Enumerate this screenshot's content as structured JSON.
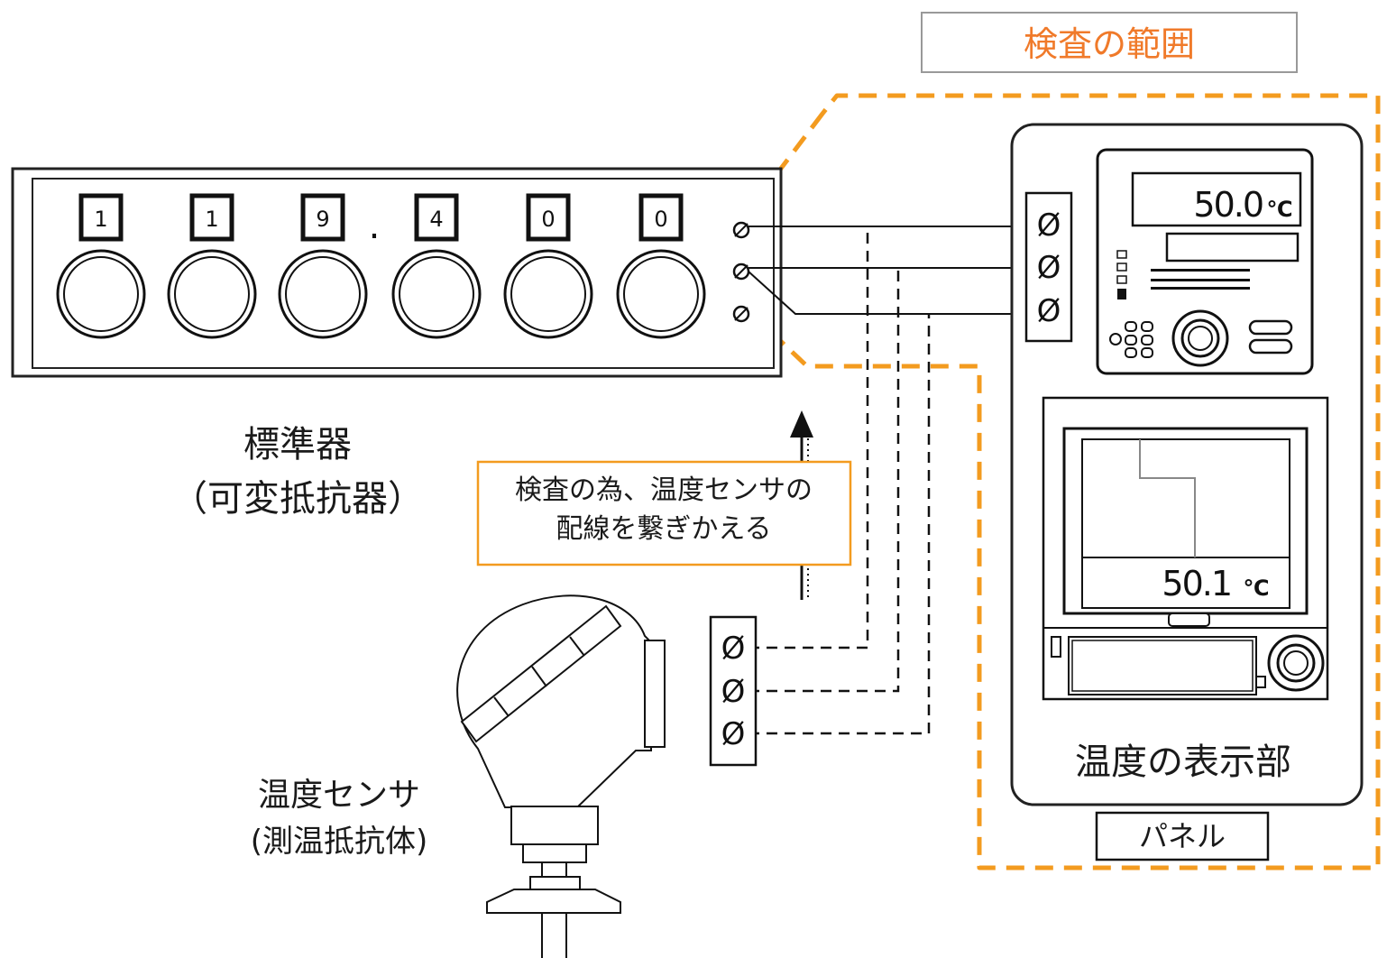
{
  "scope_label": "検査の範囲",
  "standard_device": {
    "title": "標準器",
    "subtitle": "（可変抵抗器）",
    "digits": [
      "1",
      "1",
      "9",
      "4",
      "0",
      "0"
    ],
    "decimal_point": "."
  },
  "note": {
    "line1": "検査の為、温度センサの",
    "line2": "配線を繋ぎかえる"
  },
  "sensor": {
    "title": "温度センサ",
    "subtitle": "(測温抵抗体)"
  },
  "terminal_symbol": "Ø",
  "display_unit": {
    "top_reading": "50.0",
    "top_unit": "℃",
    "bottom_reading": "50.1",
    "bottom_unit": "℃",
    "label": "温度の表示部"
  },
  "panel_label": "パネル",
  "colors": {
    "accent_orange": "#f39b1f",
    "scope_text": "#f07a2a",
    "line": "#1a1a1a",
    "frame_gray": "#999999"
  }
}
